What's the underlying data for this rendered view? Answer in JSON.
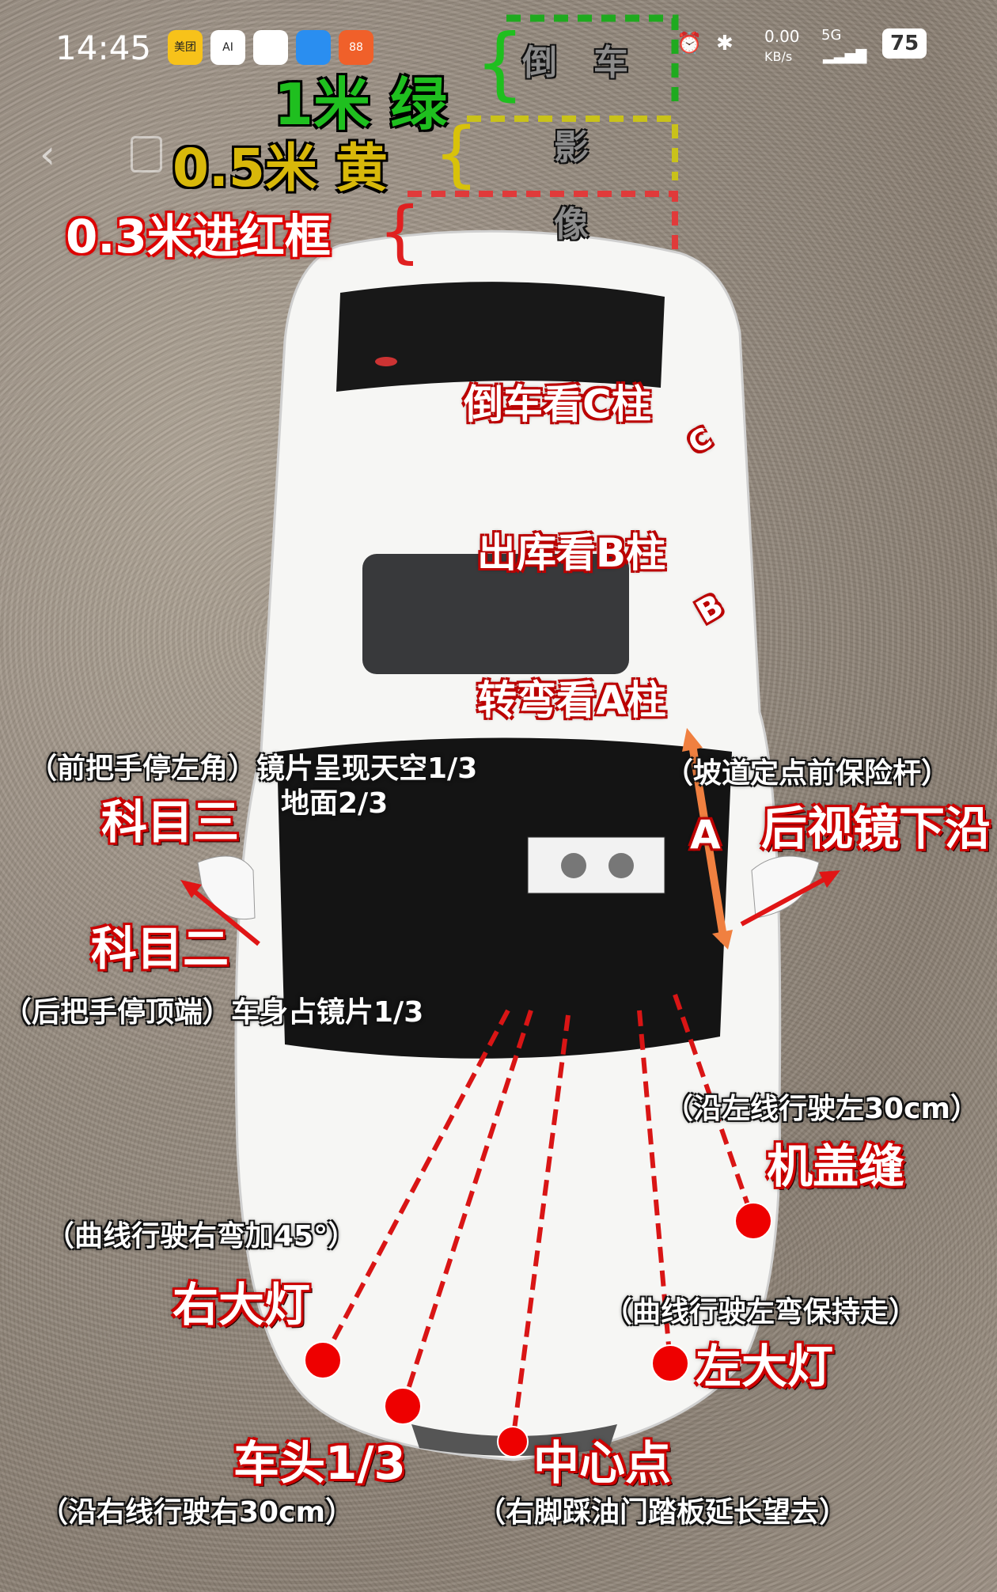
{
  "status_bar": {
    "time": "14:45",
    "apps": [
      "美团",
      "AI",
      "chat",
      "browser",
      "88"
    ],
    "net_speed": "0.00",
    "net_unit": "KB/s",
    "network": "5G",
    "battery": "75"
  },
  "distance_guide": {
    "green": "1米 绿",
    "yellow": "0.5米 黄",
    "red": "0.3米进红框",
    "reverse_image": [
      "倒",
      "车",
      "影",
      "像"
    ],
    "colors": {
      "green": "#1fbf1f",
      "yellow": "#d8c20a",
      "red": "#e02020"
    }
  },
  "pillars": {
    "c": "倒车看C柱",
    "c_mark": "C",
    "b": "出库看B柱",
    "b_mark": "B",
    "a": "转弯看A柱",
    "a_mark": "A"
  },
  "subject3": {
    "note": "（前把手停左角）镜片呈现天空1/3",
    "note2": "地面2/3",
    "title": "科目三"
  },
  "ramp": {
    "note": "（坡道定点前保险杆）",
    "title": "后视镜下沿"
  },
  "subject2": {
    "title": "科目二",
    "note": "（后把手停顶端）车身占镜片1/3"
  },
  "hood_seam": {
    "note": "（沿左线行驶左30cm）",
    "title": "机盖缝"
  },
  "right_light": {
    "note": "（曲线行驶右弯加45°）",
    "title": "右大灯"
  },
  "left_light": {
    "note": "（曲线行驶左弯保持走）",
    "title": "左大灯"
  },
  "head_third": {
    "title": "车头1/3",
    "note": "（沿右线行驶右30cm）"
  },
  "center": {
    "title": "中心点",
    "note": "（右脚踩油门踏板延长望去）"
  }
}
